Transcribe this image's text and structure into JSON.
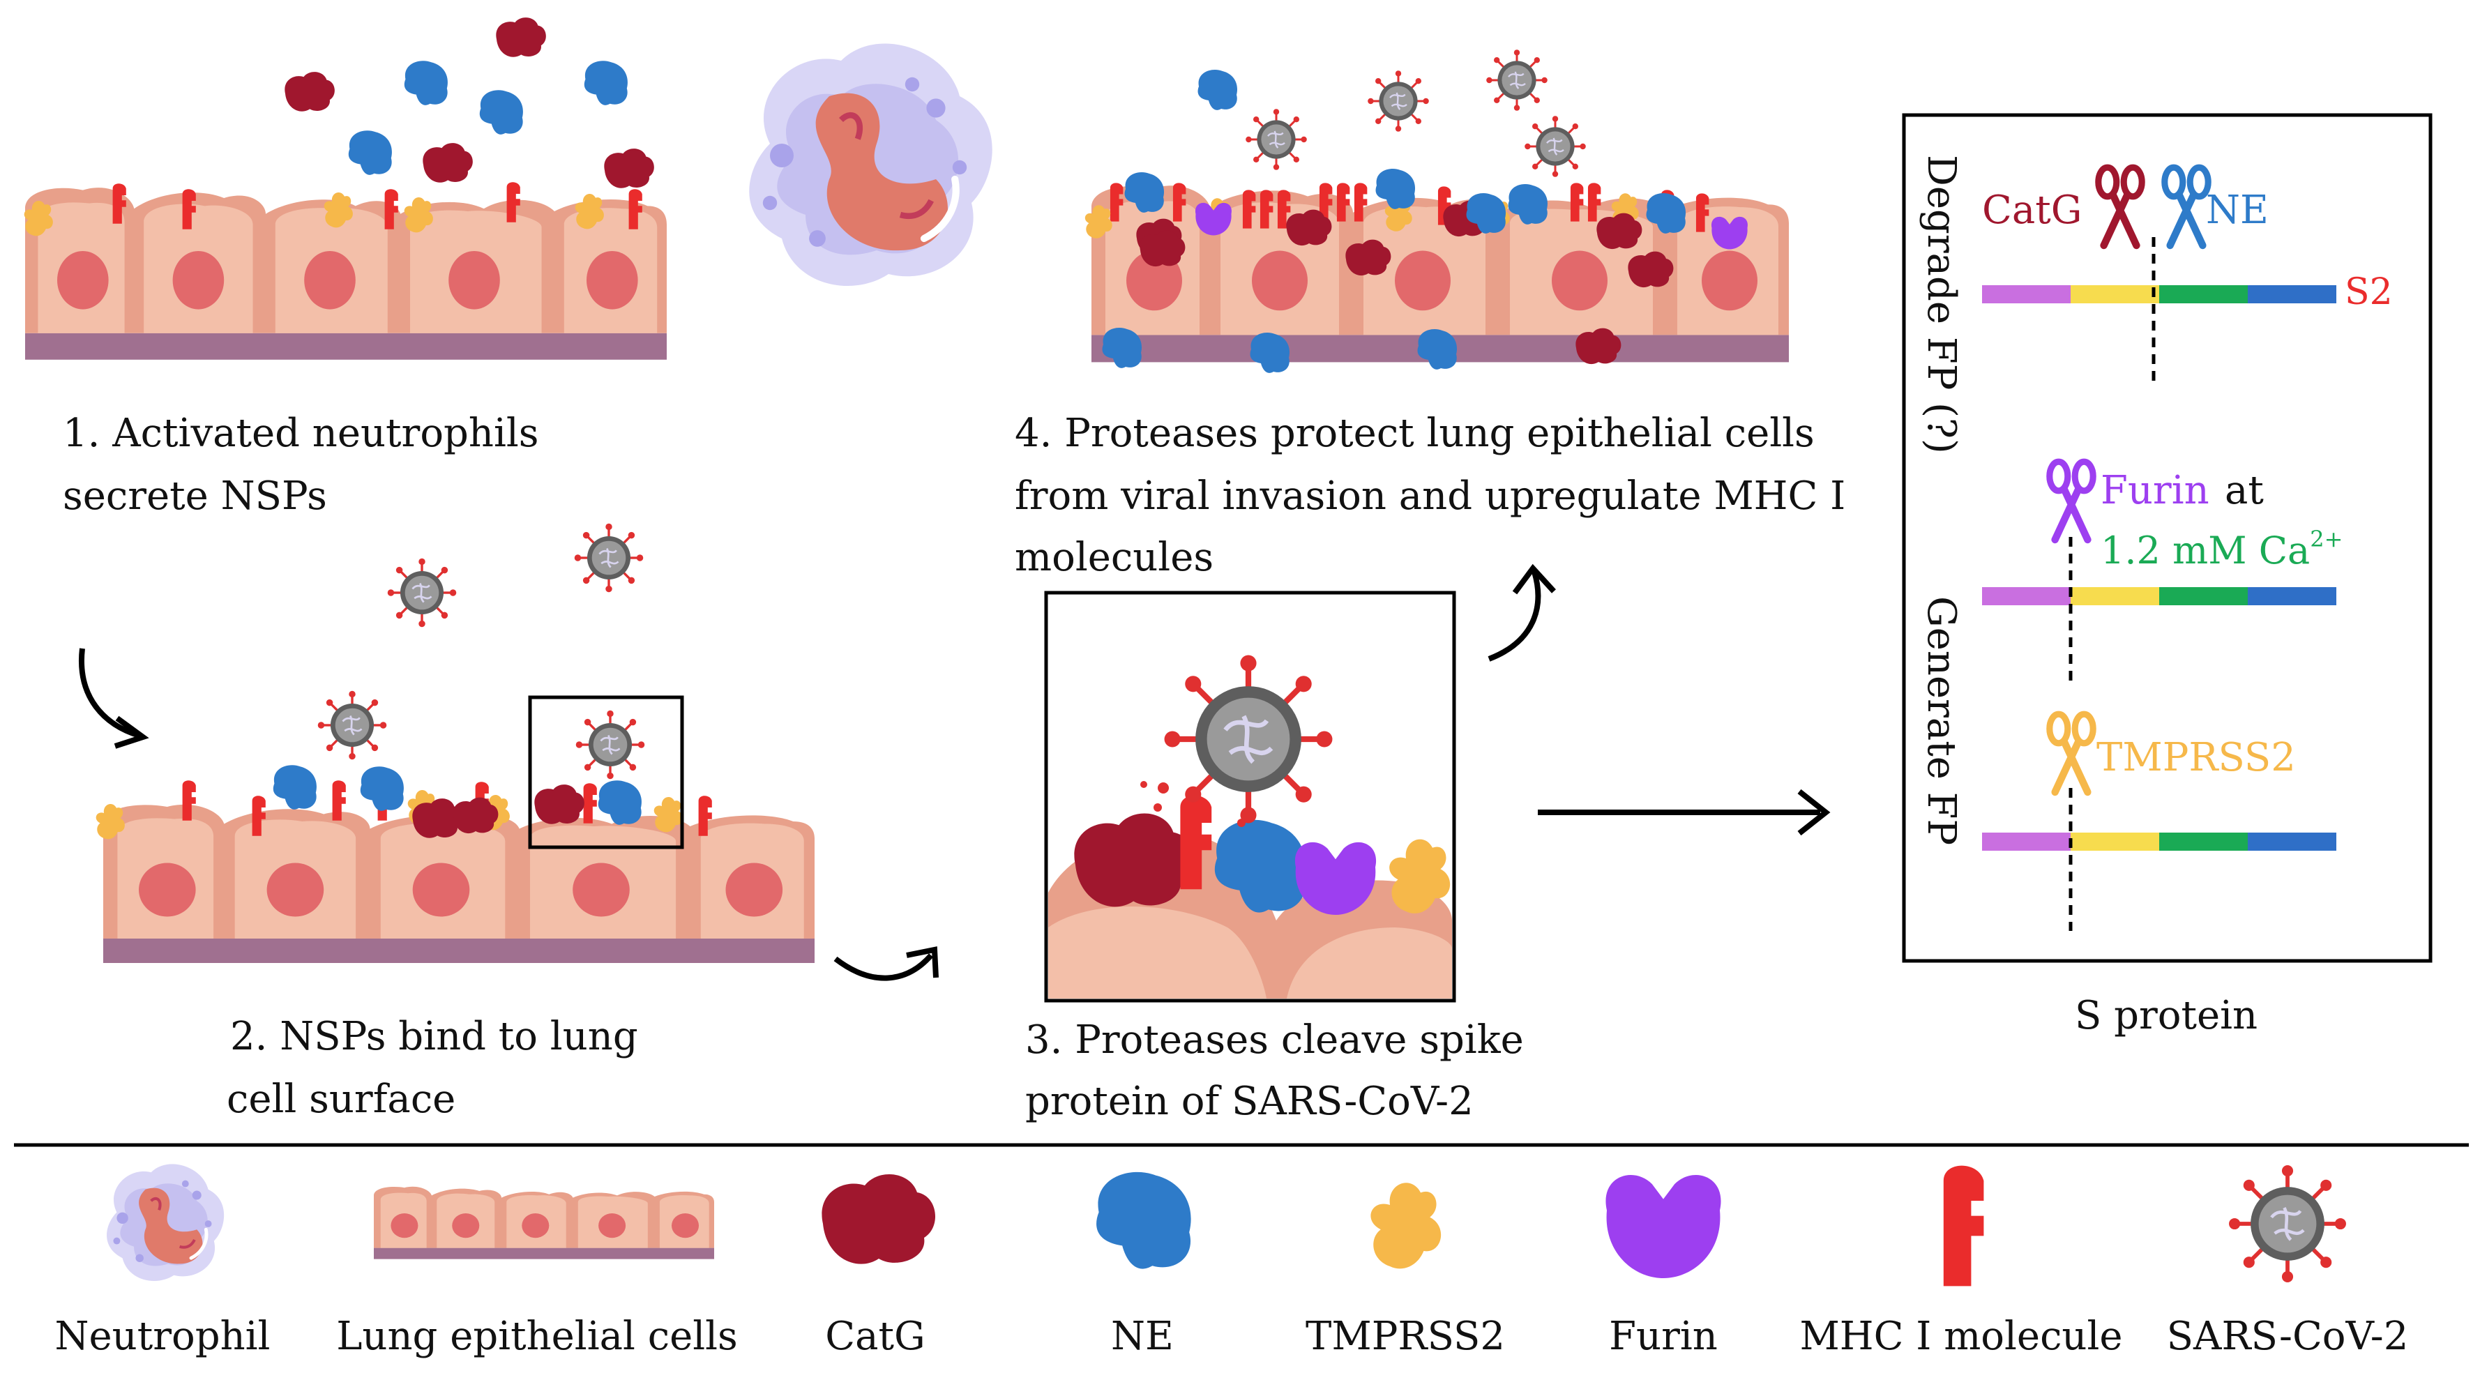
{
  "steps": {
    "s1": [
      "1. Activated neutrophils",
      "secrete NSPs"
    ],
    "s2": [
      "2. NSPs bind to lung",
      "cell surface"
    ],
    "s3": [
      "3. Proteases cleave spike",
      "protein of SARS-CoV-2"
    ],
    "s4": [
      "4. Proteases protect lung epithelial cells",
      "from viral invasion and upregulate MHC I",
      "molecules"
    ]
  },
  "s_protein_panel": {
    "degrade_label": "Degrade FP (?)",
    "generate_label": "Generate FP",
    "catg": "CatG",
    "ne": "NE",
    "s2": "S2",
    "furin": "Furin",
    "furin_at": "at",
    "calcium": "1.2 mM Ca",
    "calcium_sup": "2+",
    "tmprss2": "TMPRSS2",
    "caption": "S protein",
    "segment_colors": [
      "#c96fe0",
      "#f7dc4e",
      "#1aaa55",
      "#2f6fc7"
    ]
  },
  "legend": [
    "Neutrophil",
    "Lung epithelial cells",
    "CatG",
    "NE",
    "TMPRSS2",
    "Furin",
    "MHC I molecule",
    "SARS-CoV-2"
  ],
  "colors": {
    "catg": "#a0172e",
    "ne": "#2e7bc9",
    "tmprss2": "#f6b84a",
    "furin": "#9d3ff0",
    "mhc": "#ea2c2c",
    "virus": "#8a8a8a",
    "cell": "#efa590",
    "nucleus": "#e2696b",
    "membrane": "#a07090"
  }
}
